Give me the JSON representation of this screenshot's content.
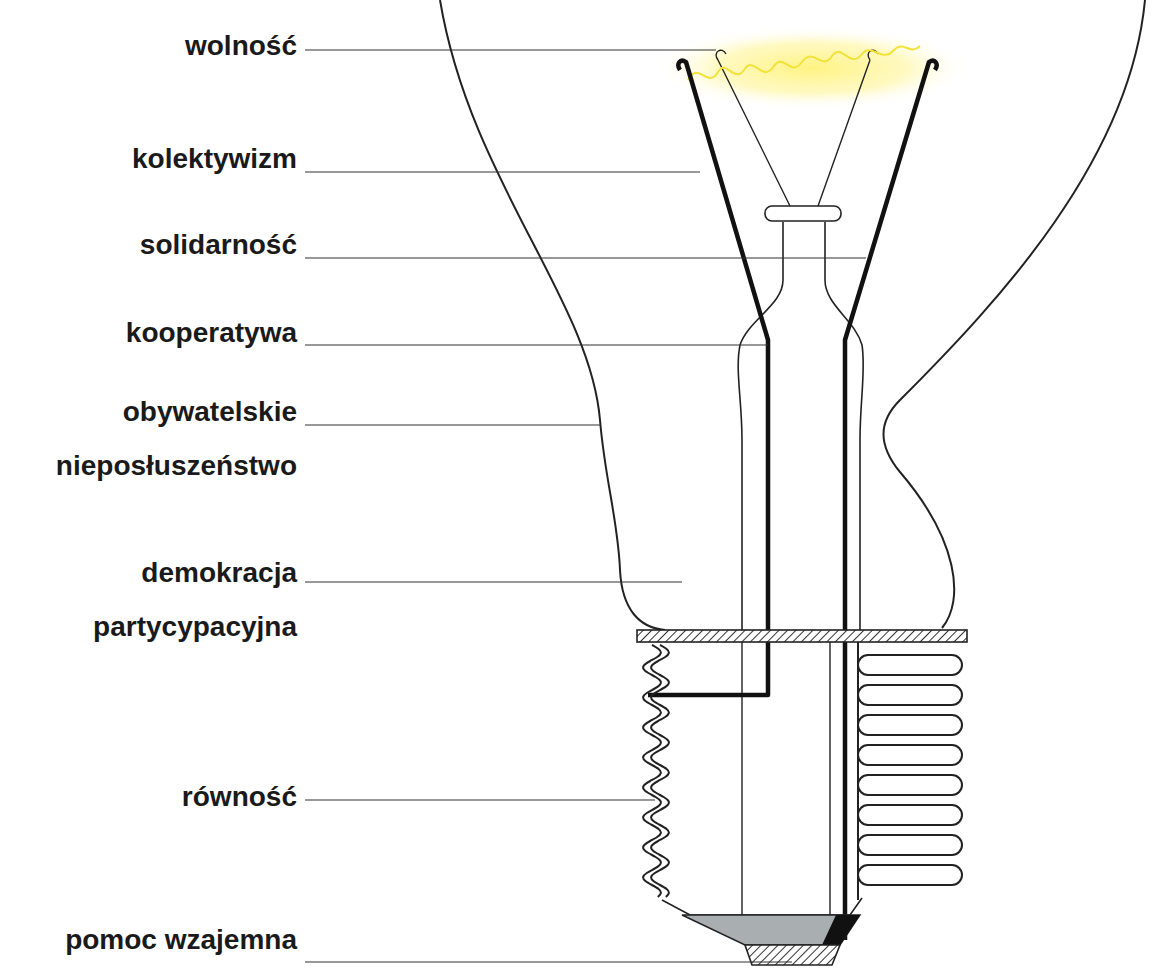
{
  "diagram": {
    "labels": [
      "wolność",
      "kolektywizm",
      "solidarność",
      "kooperatywa",
      "obywatelskie nieposłuszeństwo",
      "demokracja partycypacyjna",
      "równość",
      "pomoc wzajemna"
    ]
  }
}
